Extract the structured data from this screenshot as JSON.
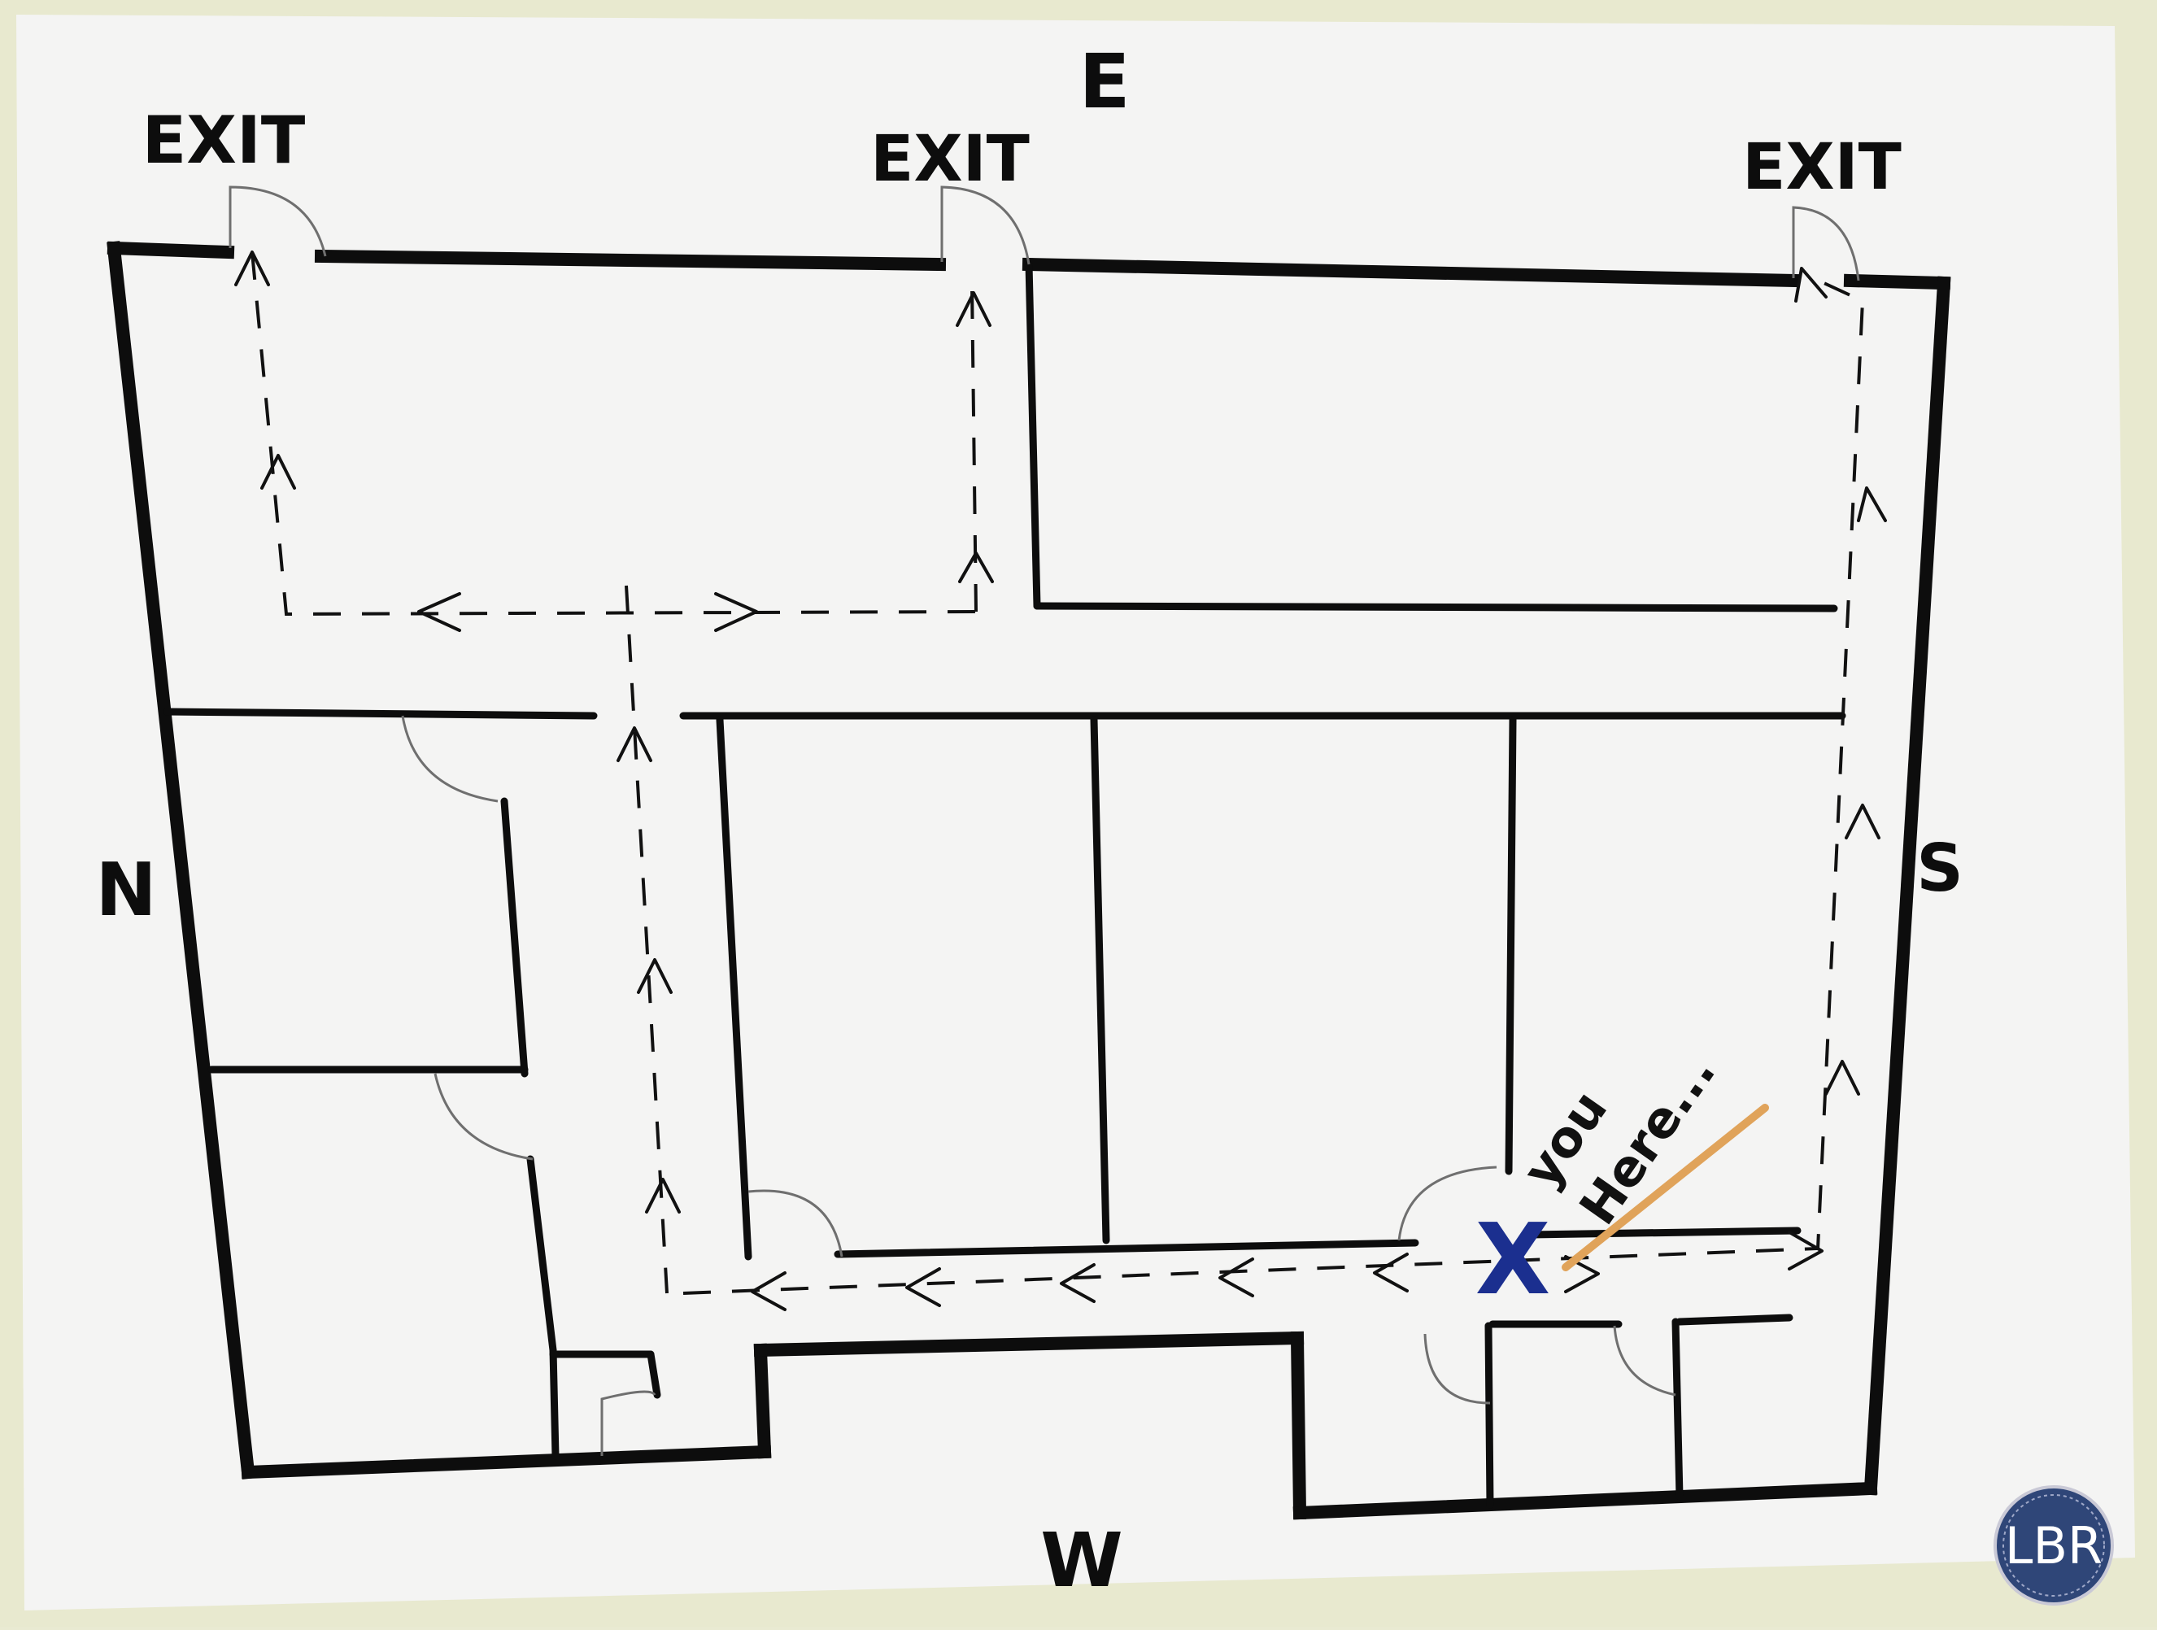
{
  "compass": {
    "east": "E",
    "west": "W",
    "north": "N",
    "south": "S"
  },
  "exits": [
    {
      "label": "EXIT"
    },
    {
      "label": "EXIT"
    },
    {
      "label": "EXIT"
    }
  ],
  "you_are_here": {
    "line1": "you",
    "line2": "Here...",
    "marker": "X"
  },
  "watermark": {
    "text": "LBR"
  },
  "colors": {
    "wall": "#0d0d0d",
    "paper": "#f4f4f3",
    "marker": "#1b2f8f",
    "pointer": "#e0a35a",
    "badge": "#2f4678"
  }
}
